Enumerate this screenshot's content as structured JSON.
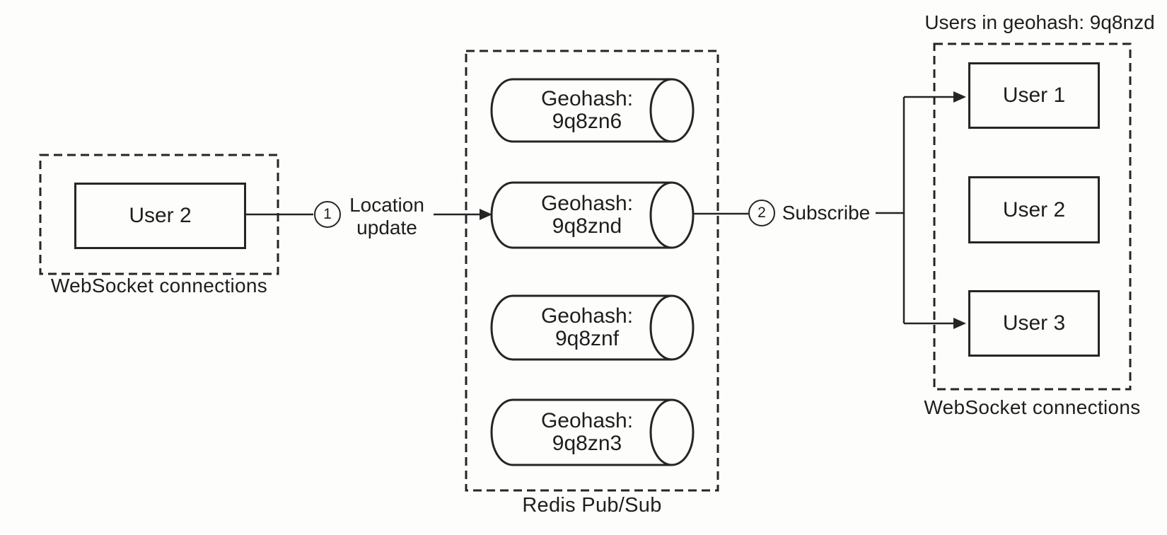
{
  "page": {
    "background_color": "#fdfdfb",
    "ink_color": "#252525"
  },
  "left_group": {
    "box_label": "WebSocket connections",
    "node": "User 2"
  },
  "flow": {
    "step1": {
      "number": "1",
      "label_line1": "Location",
      "label_line2": "update"
    },
    "step2": {
      "number": "2",
      "label": "Subscribe"
    }
  },
  "redis_group": {
    "box_label": "Redis Pub/Sub",
    "channels": [
      {
        "title": "Geohash:",
        "code": "9q8zn6"
      },
      {
        "title": "Geohash:",
        "code": "9q8znd"
      },
      {
        "title": "Geohash:",
        "code": "9q8znf"
      },
      {
        "title": "Geohash:",
        "code": "9q8zn3"
      }
    ]
  },
  "right_group": {
    "title": "Users in geohash: 9q8nzd",
    "nodes": [
      "User 1",
      "User 2",
      "User 3"
    ],
    "box_label": "WebSocket connections"
  }
}
